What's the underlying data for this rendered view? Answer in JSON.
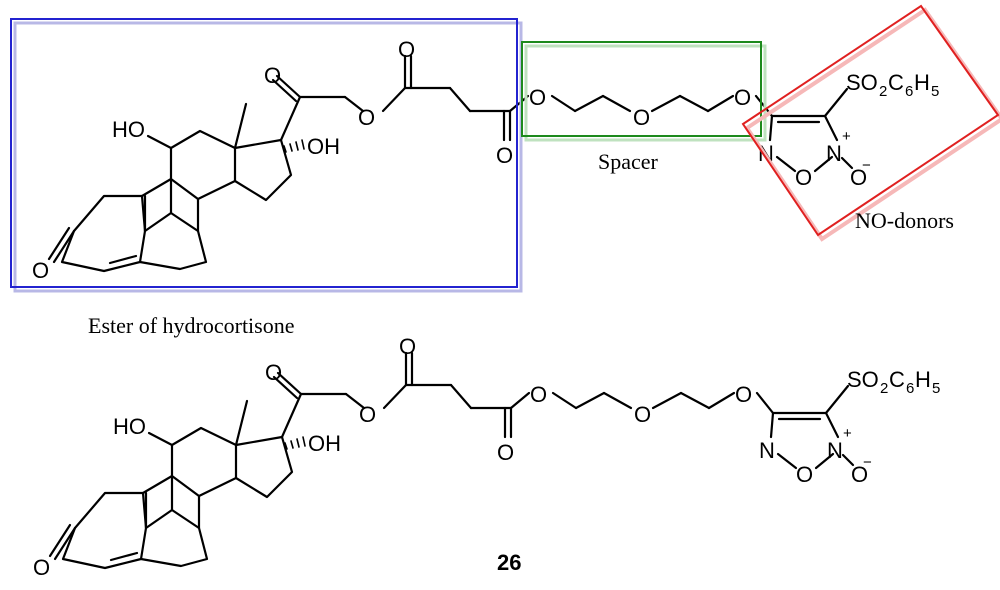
{
  "labels": {
    "ester": "Ester of hydrocortisone",
    "spacer": "Spacer",
    "no_donor": "NO-donors",
    "compound": "26"
  },
  "atoms": {
    "HO": "HO",
    "OH": "OH",
    "O": "O",
    "N": "N",
    "S": "S",
    "SO": "SO",
    "C": "C",
    "H": "H",
    "sub2": "2",
    "sub6": "6",
    "sub5": "5",
    "plus": "+",
    "minus": "−"
  },
  "colors": {
    "ester_box": "#2323d0",
    "ester_shadow": "#b8b8e6",
    "spacer_box": "#1d8a1d",
    "spacer_shadow": "#bfe2bf",
    "no_donor_box": "#e02020",
    "no_donor_shadow": "#f6b8b8"
  }
}
